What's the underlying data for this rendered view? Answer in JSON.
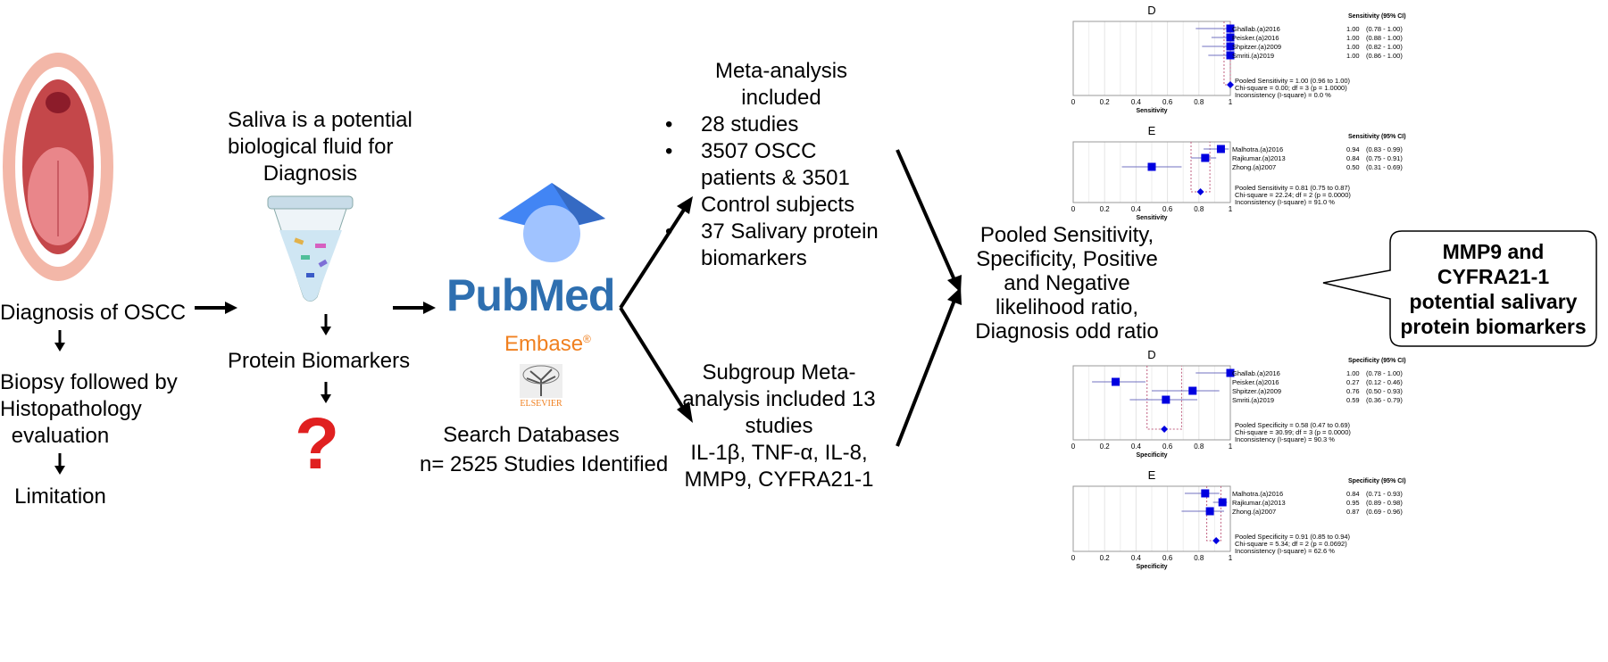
{
  "left": {
    "diagnosis": "Diagnosis of OSCC",
    "biopsy": [
      "Biopsy followed by",
      "Histopathology",
      "evaluation"
    ],
    "limitation": "Limitation"
  },
  "saliva": {
    "lines": [
      "Saliva is a potential",
      "biological fluid for",
      "Diagnosis"
    ],
    "protein": "Protein Biomarkers",
    "question": "?"
  },
  "search": {
    "pubmed_pub": "Pub",
    "pubmed_med": "Med",
    "embase": "Embase",
    "embase_reg": "®",
    "elsevier": "ELSEVIER",
    "label": "Search Databases",
    "count": "n= 2525 Studies Identified"
  },
  "meta": {
    "title_lines": [
      "Meta-analysis",
      "included"
    ],
    "bullets": [
      "28 studies",
      "3507 OSCC patients & 3501 Control subjects",
      "37 Salivary protein biomarkers"
    ]
  },
  "subgroup": {
    "lines": [
      "Subgroup Meta-",
      "analysis included 13",
      "studies",
      "IL-1β, TNF-α, IL-8,",
      "MMP9, CYFRA21-1"
    ]
  },
  "pooled": {
    "lines": [
      "Pooled Sensitivity,",
      "Specificity, Positive",
      "and Negative",
      "likelihood ratio,",
      "Diagnosis odd ratio"
    ]
  },
  "bubble": {
    "lines": [
      "MMP9 and",
      "CYFRA21-1",
      "potential salivary",
      "protein biomarkers"
    ]
  },
  "colors": {
    "marker": "#0000e0",
    "ci_line": "#7070c0",
    "pooled_line": "#c06080",
    "question": "#e02020",
    "pubmed": "#2e6fb0",
    "embase": "#f08020"
  },
  "chart_data": [
    {
      "type": "forest",
      "title": "D",
      "header": "Sensitivity (95% CI)",
      "xlabel": "Sensitivity",
      "ticks": [
        "0",
        "0.2",
        "0.4",
        "0.6",
        "0.8",
        "1"
      ],
      "xlim": [
        0,
        1
      ],
      "studies": [
        {
          "name": "Ghallab.(a)2016",
          "est": 1.0,
          "lo": 0.78,
          "hi": 1.0,
          "ci": "(0.78 - 1.00)"
        },
        {
          "name": "Peisker.(a)2016",
          "est": 1.0,
          "lo": 0.88,
          "hi": 1.0,
          "ci": "(0.88 - 1.00)"
        },
        {
          "name": "Shpitzer.(a)2009",
          "est": 1.0,
          "lo": 0.82,
          "hi": 1.0,
          "ci": "(0.82 - 1.00)"
        },
        {
          "name": "Smriti.(a)2019",
          "est": 1.0,
          "lo": 0.86,
          "hi": 1.0,
          "ci": "(0.86 - 1.00)"
        }
      ],
      "pooled": {
        "est": 1.0,
        "lo": 0.96,
        "hi": 1.0
      },
      "summary": [
        "Pooled Sensitivity = 1.00 (0.96 to 1.00)",
        "Chi-square = 0.00; df = 3 (p = 1.0000)",
        "Inconsistency (I-square) = 0.0 %"
      ]
    },
    {
      "type": "forest",
      "title": "E",
      "header": "Sensitivity (95% CI)",
      "xlabel": "Sensitivity",
      "ticks": [
        "0",
        "0.2",
        "0.4",
        "0.6",
        "0.8",
        "1"
      ],
      "xlim": [
        0,
        1
      ],
      "studies": [
        {
          "name": "Malhotra.(a)2016",
          "est": 0.94,
          "lo": 0.83,
          "hi": 0.99,
          "ci": "(0.83 - 0.99)"
        },
        {
          "name": "Rajkumar.(a)2013",
          "est": 0.84,
          "lo": 0.75,
          "hi": 0.91,
          "ci": "(0.75 - 0.91)"
        },
        {
          "name": "Zhong.(a)2007",
          "est": 0.5,
          "lo": 0.31,
          "hi": 0.69,
          "ci": "(0.31 - 0.69)"
        }
      ],
      "pooled": {
        "est": 0.81,
        "lo": 0.75,
        "hi": 0.87
      },
      "summary": [
        "Pooled Sensitivity = 0.81 (0.75 to 0.87)",
        "Chi-square = 22.24; df = 2 (p = 0.0000)",
        "Inconsistency (I-square) = 91.0 %"
      ]
    },
    {
      "type": "forest",
      "title": "D",
      "header": "Specificity (95% CI)",
      "xlabel": "Specificity",
      "ticks": [
        "0",
        "0.2",
        "0.4",
        "0.6",
        "0.8",
        "1"
      ],
      "xlim": [
        0,
        1
      ],
      "studies": [
        {
          "name": "Ghallab.(a)2016",
          "est": 1.0,
          "lo": 0.78,
          "hi": 1.0,
          "ci": "(0.78 - 1.00)"
        },
        {
          "name": "Peisker.(a)2016",
          "est": 0.27,
          "lo": 0.12,
          "hi": 0.46,
          "ci": "(0.12 - 0.46)"
        },
        {
          "name": "Shpitzer.(a)2009",
          "est": 0.76,
          "lo": 0.5,
          "hi": 0.93,
          "ci": "(0.50 - 0.93)"
        },
        {
          "name": "Smriti.(a)2019",
          "est": 0.59,
          "lo": 0.36,
          "hi": 0.79,
          "ci": "(0.36 - 0.79)"
        }
      ],
      "pooled": {
        "est": 0.58,
        "lo": 0.47,
        "hi": 0.69
      },
      "summary": [
        "Pooled Specificity = 0.58 (0.47 to 0.69)",
        "Chi-square = 30.99; df = 3 (p = 0.0000)",
        "Inconsistency (I-square) = 90.3 %"
      ]
    },
    {
      "type": "forest",
      "title": "E",
      "header": "Specificity (95% CI)",
      "xlabel": "Specificity",
      "ticks": [
        "0",
        "0.2",
        "0.4",
        "0.6",
        "0.8",
        "1"
      ],
      "xlim": [
        0,
        1
      ],
      "studies": [
        {
          "name": "Malhotra.(a)2016",
          "est": 0.84,
          "lo": 0.71,
          "hi": 0.93,
          "ci": "(0.71 - 0.93)"
        },
        {
          "name": "Rajkumar.(a)2013",
          "est": 0.95,
          "lo": 0.89,
          "hi": 0.98,
          "ci": "(0.89 - 0.98)"
        },
        {
          "name": "Zhong.(a)2007",
          "est": 0.87,
          "lo": 0.69,
          "hi": 0.96,
          "ci": "(0.69 - 0.96)"
        }
      ],
      "pooled": {
        "est": 0.91,
        "lo": 0.85,
        "hi": 0.94
      },
      "summary": [
        "Pooled Specificity = 0.91 (0.85 to 0.94)",
        "Chi-square = 5.34; df = 2 (p = 0.0692)",
        "Inconsistency (I-square) = 62.6 %"
      ]
    }
  ]
}
